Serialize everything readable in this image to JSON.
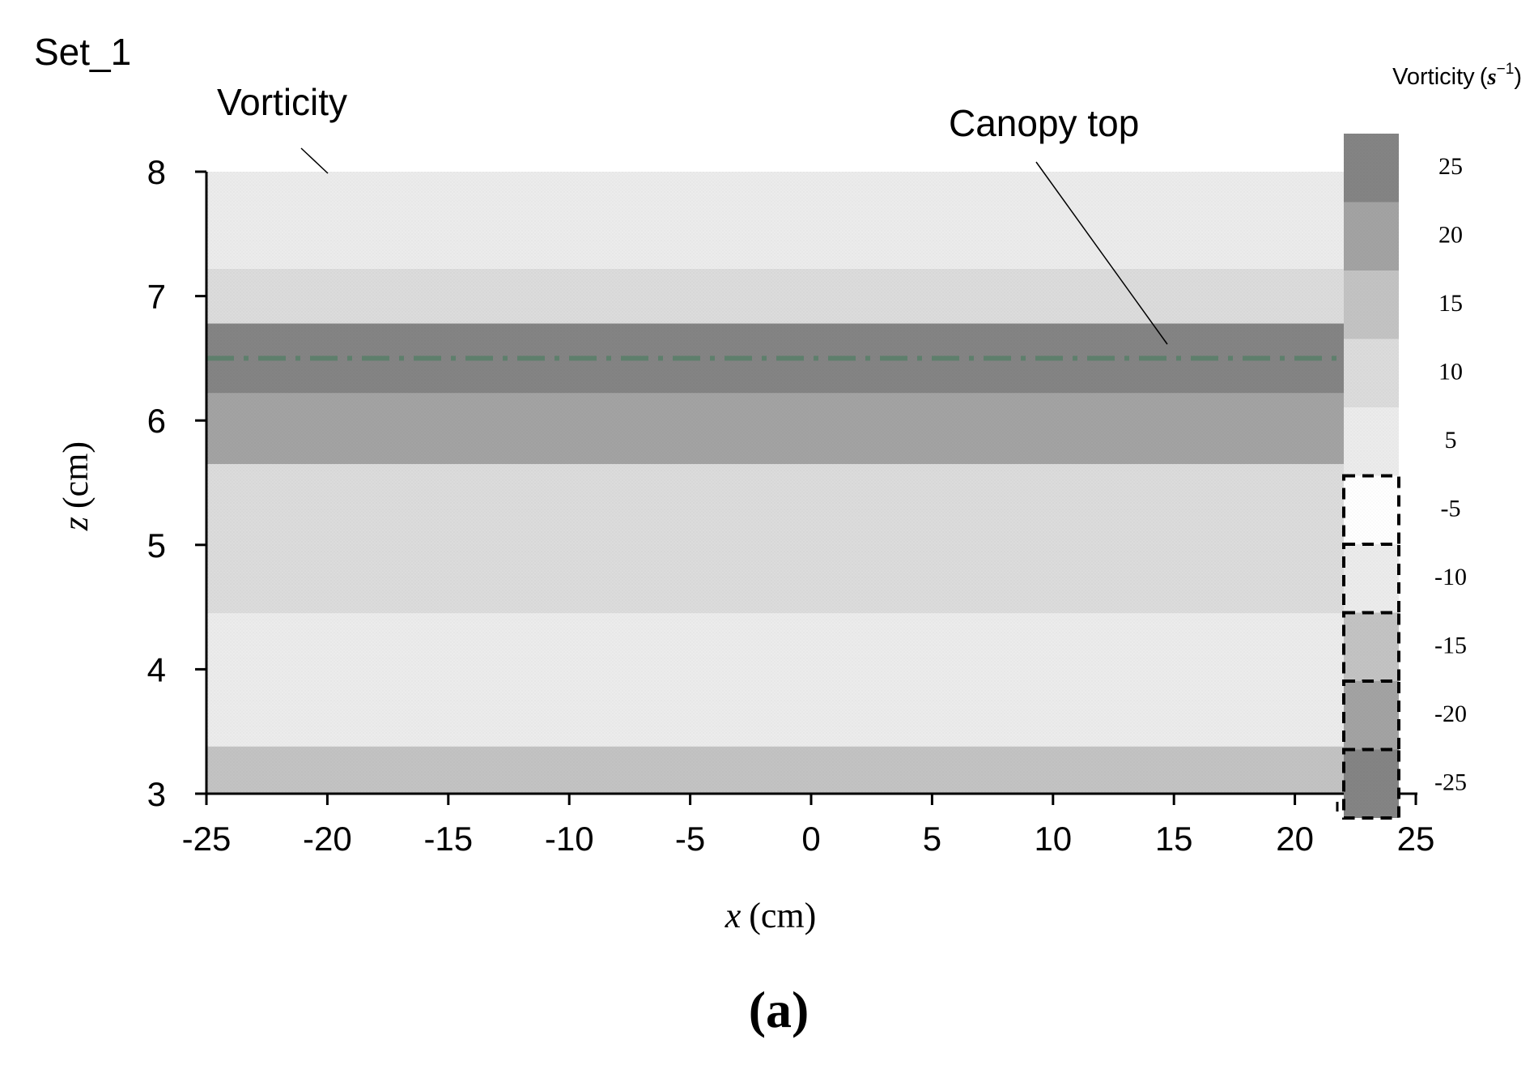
{
  "chart_data": {
    "type": "heatmap",
    "panel_title": "Set_1",
    "panel_label": "(a)",
    "xlabel": {
      "var": "x",
      "unit": "(cm)"
    },
    "ylabel": {
      "var": "z",
      "unit": "(cm)"
    },
    "xlim": [
      -25,
      24
    ],
    "ylim": [
      3,
      8
    ],
    "x_ticks": [
      -25,
      -20,
      -15,
      -10,
      -5,
      0,
      5,
      10,
      15,
      20,
      25
    ],
    "y_ticks": [
      3,
      4,
      5,
      6,
      7,
      8
    ],
    "grid": false,
    "bands": [
      {
        "z_from": 3.0,
        "z_to": 3.38,
        "vorticity_level": 15
      },
      {
        "z_from": 3.38,
        "z_to": 4.45,
        "vorticity_level": 5
      },
      {
        "z_from": 4.45,
        "z_to": 5.65,
        "vorticity_level": 10
      },
      {
        "z_from": 5.65,
        "z_to": 6.22,
        "vorticity_level": 20
      },
      {
        "z_from": 6.22,
        "z_to": 6.78,
        "vorticity_level": 25
      },
      {
        "z_from": 6.78,
        "z_to": 7.22,
        "vorticity_level": 10
      },
      {
        "z_from": 7.22,
        "z_to": 8.0,
        "vorticity_level": 5
      }
    ],
    "canopy_top": {
      "z": 6.5,
      "label": "Canopy top",
      "line_color": "#5e7f6c"
    },
    "annotations": [
      {
        "text": "Vorticity"
      },
      {
        "text": "Canopy top"
      }
    ],
    "legend": {
      "title": "Vorticity",
      "unit_base": "s",
      "unit_exp": "−1",
      "placement": "right",
      "levels": [
        25,
        20,
        15,
        10,
        5,
        -5,
        -10,
        -15,
        -20,
        -25
      ],
      "level_labels": [
        "25",
        "20",
        "15",
        "10",
        "5",
        "-5",
        "-10",
        "-15",
        "-20",
        "-25"
      ],
      "colors": {
        "25": "#848484",
        "20": "#a3a3a3",
        "15": "#c3c3c3",
        "10": "#dcdcdc",
        "5": "#ececec",
        "-5": "#ffffff",
        "-10": "#ececec",
        "-15": "#c3c3c3",
        "-20": "#a3a3a3",
        "-25": "#848484"
      },
      "negative_dashed": true
    }
  }
}
